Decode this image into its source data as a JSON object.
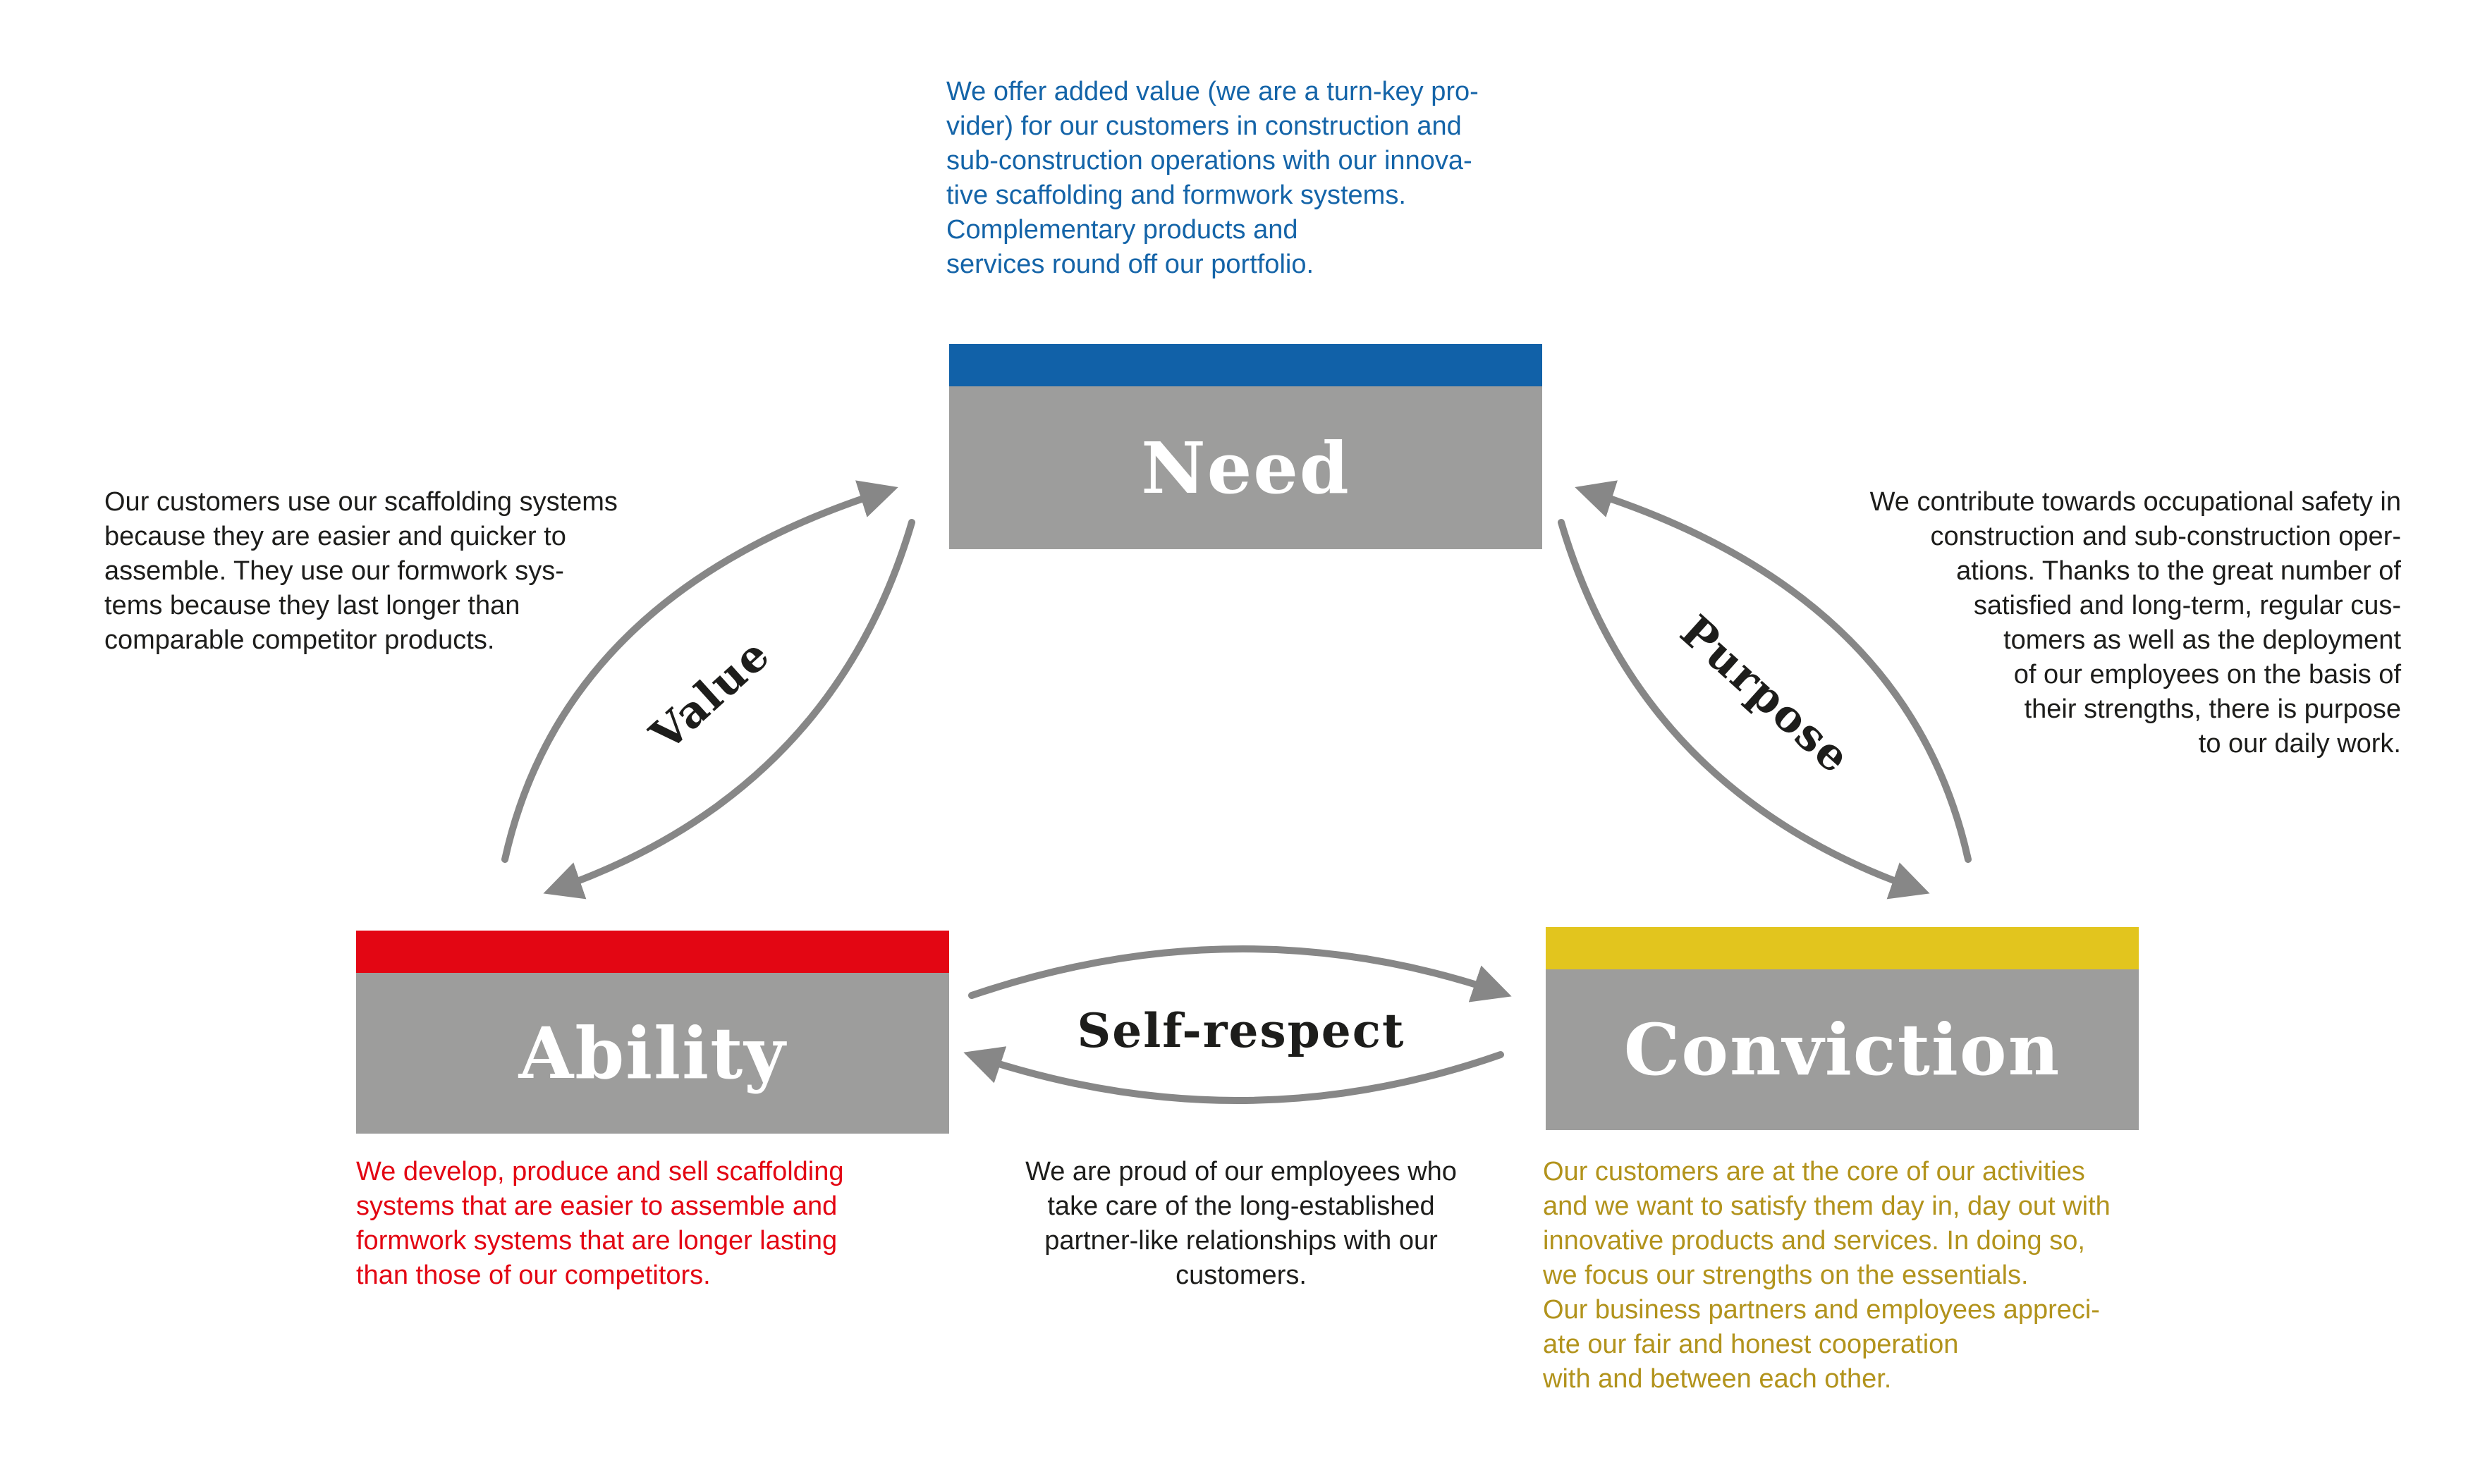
{
  "nodes": {
    "need": {
      "title": "Need",
      "note": "We offer added value (we are a turn-key pro-\nvider) for our customers in construction and\nsub-construction operations with our innova-\ntive scaffolding and formwork systems.\nComplementary products and\nservices round off our portfolio."
    },
    "ability": {
      "title": "Ability",
      "note": "We develop, produce and sell scaffolding\nsystems that are easier to assemble and\nformwork systems that are longer lasting\nthan those of our competitors."
    },
    "conviction": {
      "title": "Conviction",
      "note": "Our customers are at the core of our activities\nand we want to satisfy them day in, day out with\ninnovative products and services. In doing so,\nwe focus our strengths on the essentials.\nOur business partners and employees appreci-\nate our fair and honest cooperation\nwith and between each other."
    }
  },
  "side_notes": {
    "value": "Our customers use our scaffolding systems\nbecause they are easier and quicker to\nassemble. They use our formwork sys-\ntems because they last longer than\ncomparable competitor products.",
    "purpose": "We contribute towards occupational safety in\nconstruction and sub-construction oper-\nations. Thanks to the great number of\nsatisfied and long-term, regular cus-\ntomers as well as the deployment\nof our employees on the basis of\ntheir strengths, there is purpose\nto our daily work.",
    "self_respect": "We are proud of our employees who\ntake care of the long-established\npartner-like relationships with our\ncustomers."
  },
  "arrow_labels": {
    "value": "Value",
    "purpose": "Purpose",
    "self_respect": "Self-respect"
  },
  "colors": {
    "need_accent": "#1161a8",
    "need_text": "#1464a8",
    "ability_accent": "#e30613",
    "conviction_accent": "#e2c51e",
    "conviction_text": "#b2931c",
    "box_gray": "#9d9d9c",
    "arrow_gray": "#878787",
    "text_black": "#1d1d1b"
  }
}
